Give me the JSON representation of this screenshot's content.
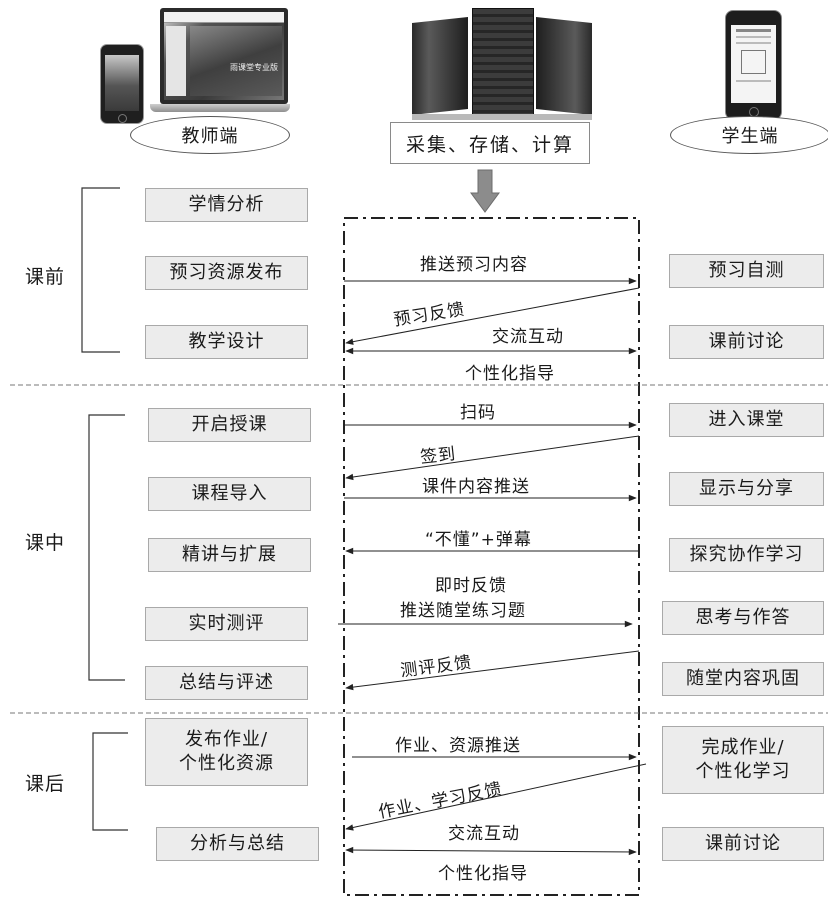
{
  "header": {
    "teacher_label": "教师端",
    "center_label": "采集、存储、计算",
    "student_label": "学生端",
    "laptop_slide_text": "雨课堂专业版"
  },
  "phases": {
    "before": "课前",
    "during": "课中",
    "after": "课后"
  },
  "teacher_boxes": {
    "analysis": "学情分析",
    "publish_preview": "预习资源发布",
    "design": "教学设计",
    "start_class": "开启授课",
    "intro": "课程导入",
    "lecture": "精讲与扩展",
    "quiz": "实时测评",
    "summary": "总结与评述",
    "homework_line1": "发布作业/",
    "homework_line2": "个性化资源",
    "analysis_summary": "分析与总结"
  },
  "student_boxes": {
    "self_test": "预习自测",
    "pre_discussion": "课前讨论",
    "enter_class": "进入课堂",
    "display_share": "显示与分享",
    "explore": "探究协作学习",
    "think_answer": "思考与作答",
    "consolidate": "随堂内容巩固",
    "complete_line1": "完成作业/",
    "complete_line2": "个性化学习",
    "post_discussion": "课前讨论"
  },
  "arrows": {
    "push_preview": "推送预习内容",
    "preview_feedback": "预习反馈",
    "exchange1": "交流互动",
    "guide1": "个性化指导",
    "scan": "扫码",
    "sign_in": "签到",
    "courseware_push": "课件内容推送",
    "dont_understand": "“不懂”+弹幕",
    "instant_feedback": "即时反馈",
    "push_exercises": "推送随堂练习题",
    "quiz_feedback": "测评反馈",
    "homework_push": "作业、资源推送",
    "homework_feedback": "作业、学习反馈",
    "exchange2": "交流互动",
    "guide2": "个性化指导"
  },
  "colors": {
    "box_fill": "#ececec",
    "box_border": "#a9a9a9",
    "line": "#222222",
    "down_arrow": "#8c8c8c"
  }
}
